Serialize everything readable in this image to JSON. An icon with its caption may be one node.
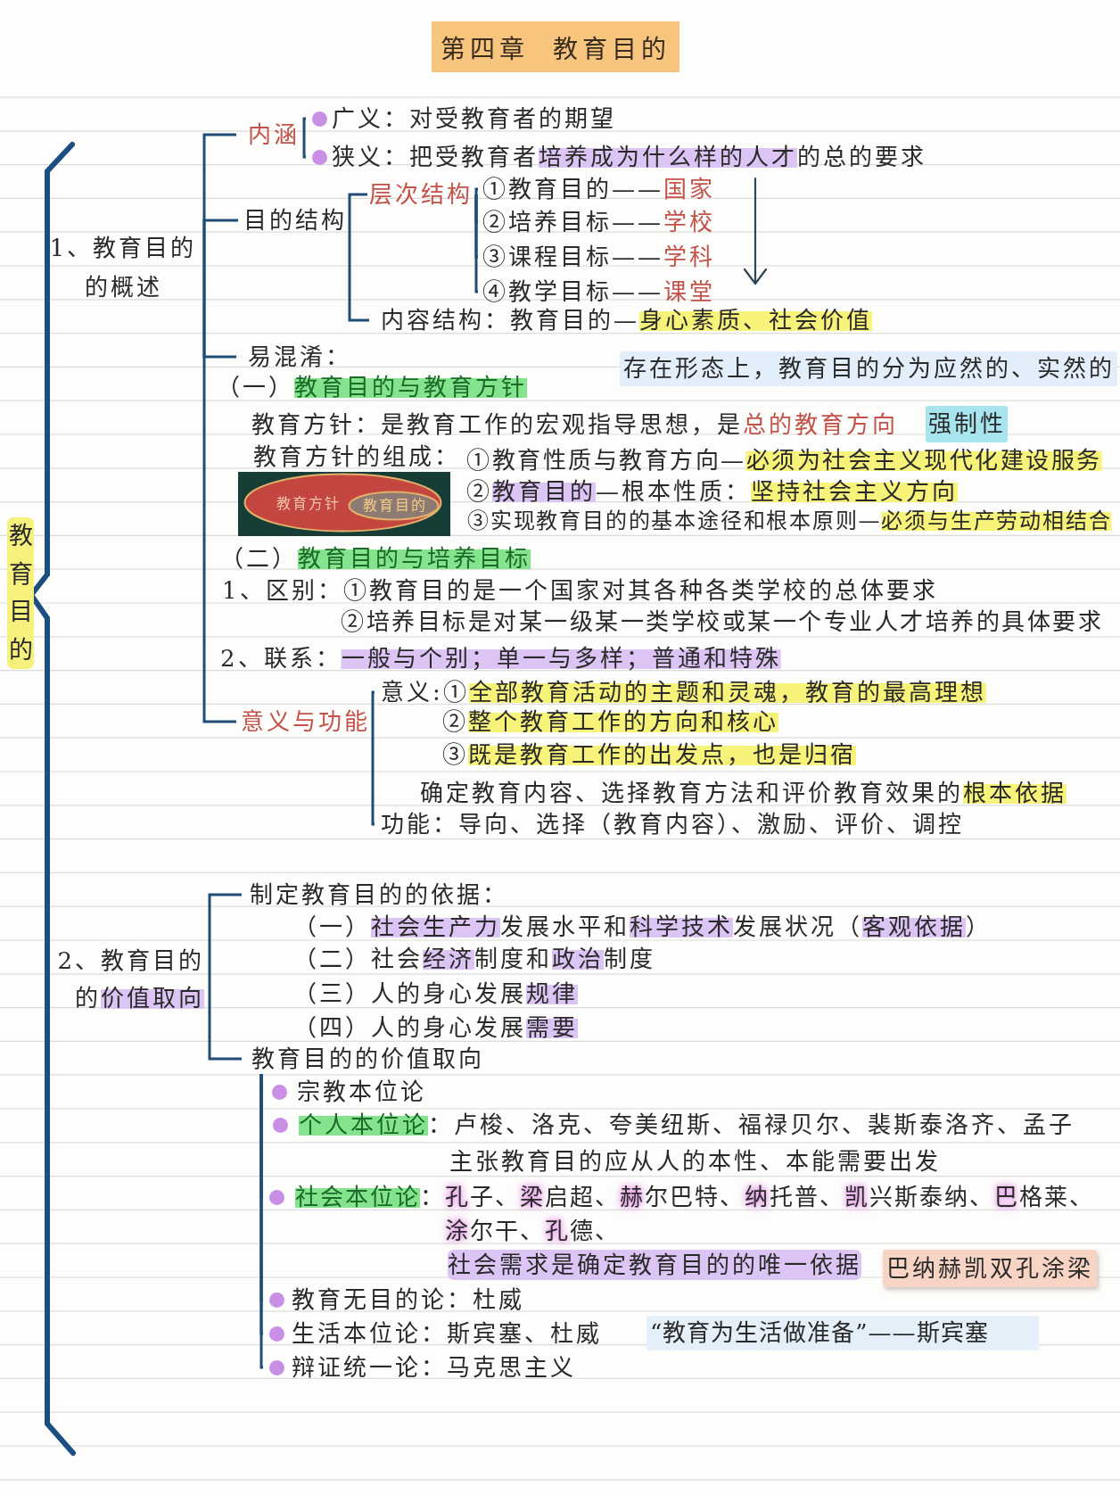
{
  "diagram": {
    "title": "第四章 教育目的",
    "nodes": [
      {
        "text": [
          "1、教育目的的概述"
        ]
      },
      {
        "text": [
          "内涵"
        ]
      },
      {
        "text": [
          "广义：对受教育者的期望"
        ]
      },
      {
        "text": [
          "狭义：把受教育者**培养成为什么样的人才**的总的要求"
        ]
      },
      {
        "text": [
          "目的结构"
        ]
      },
      {
        "text": [
          "层次结构"
        ]
      },
      {
        "text": [
          "①教育目的——**国家**"
        ]
      },
      {
        "text": [
          "②培养目标——**学校**"
        ]
      },
      {
        "text": [
          "③课程目标——**学科**"
        ]
      },
      {
        "text": [
          "④教学目标——**课堂**"
        ]
      },
      {
        "text": [
          "内容结构：教育目的—**身心素质、社会价值**"
        ]
      },
      {
        "text": [
          "易混淆："
        ]
      },
      {
        "text": [
          "存在形态上，教育目的分为应然的、实然的"
        ]
      },
      {
        "text": [
          "强制性"
        ]
      },
      {
        "text": [
          "教育方针"
        ]
      },
      {
        "text": [
          "教育目的"
        ],
        "in": 14
      },
      {
        "text": [
          "意义与功能"
        ]
      },
      {
        "text": [
          "意义:①**全部教育活动的主题和灵魂，教育的最高理想**",
          "②**整个教育工作的方向和核心**",
          "③**既是教育工作的出发点，也是归宿**",
          "确定教育内容、选择教育方法和评价教育效果的**根本依据**"
        ]
      },
      {
        "text": [
          "功能：导向、选择（教育内容）、激励、评价、调控"
        ]
      },
      {
        "text": [
          "2、教育目的的**价值取向**"
        ]
      },
      {
        "text": [
          "制定教育目的的依据："
        ]
      },
      {
        "text": [
          "教育目的的价值取向"
        ]
      },
      {
        "text": [
          "宗教本位论"
        ]
      },
      {
        "text": [
          "**个人本位论**：卢梭、洛克、夸美纽斯、福禄贝尔、裴斯泰洛齐、孟子"
        ]
      },
      {
        "text": [
          "**社会本位论**：**孔**子、**梁**启超、**赫**尔巴特、**纳**托普、**凯**兴斯泰纳、**巴**格莱、**涂**尔干、**孔**德、"
        ]
      },
      {
        "text": [
          "巴纳赫凯双孔涂梁"
        ]
      },
      {
        "text": [
          "教育无目的论：杜威"
        ]
      },
      {
        "text": [
          "生活本位论：斯宾塞、杜威"
        ]
      },
      {
        "text": [
          "“教育为生活做准备”——斯宾塞"
        ]
      },
      {
        "text": [
          "辩证统一论：马克思主义"
        ]
      }
    ],
    "edges": [
      {
        "from": 0,
        "to": 1,
        "arrow": "none"
      },
      {
        "from": 0,
        "to": 4,
        "arrow": "none"
      },
      {
        "from": 0,
        "to": 11,
        "arrow": "none"
      },
      {
        "from": 0,
        "to": 16,
        "arrow": "none"
      },
      {
        "from": 1,
        "to": 2,
        "arrow": "none"
      },
      {
        "from": 1,
        "to": 3,
        "arrow": "none"
      },
      {
        "from": 4,
        "to": 5,
        "arrow": "none"
      },
      {
        "from": 4,
        "to": 10,
        "arrow": "none"
      },
      {
        "from": 5,
        "to": 6,
        "arrow": "none"
      },
      {
        "from": 5,
        "to": 7,
        "arrow": "none"
      },
      {
        "from": 5,
        "to": 8,
        "arrow": "none"
      },
      {
        "from": 5,
        "to": 9,
        "arrow": "none"
      },
      {
        "from": 16,
        "to": 17,
        "arrow": "none"
      },
      {
        "from": 16,
        "to": 18,
        "arrow": "none"
      },
      {
        "from": 19,
        "to": 20,
        "arrow": "none"
      },
      {
        "from": 19,
        "to": 21,
        "arrow": "none"
      },
      {
        "from": 21,
        "to": 22,
        "arrow": "none"
      },
      {
        "from": 21,
        "to": 23,
        "arrow": "none"
      },
      {
        "from": 21,
        "to": 24,
        "arrow": "none"
      },
      {
        "from": 21,
        "to": 26,
        "arrow": "none"
      },
      {
        "from": 21,
        "to": 27,
        "arrow": "none"
      },
      {
        "from": 21,
        "to": 29,
        "arrow": "none"
      }
    ],
    "labels": [
      "教育目的",
      "（一）**教育目的与教育方针**",
      "教育方针：是教育工作的宏观指导思想，是**总的教育方向**",
      "教育方针的组成：",
      "①教育性质与教育方向—**必须为社会主义现代化建设服务**",
      "②**教育目的**—根本性质：**坚持社会主义方向**",
      "③实现教育目的的基本途径和根本原则—**必须与生产劳动相结合**",
      "（二）**教育目的与培养目标**",
      "1、区别：①教育目的是一个国家对其各种各类学校的总体要求",
      "②培养目标是对某一级某一类学校或某一个专业人才培养的具体要求",
      "2、联系：**一般与个别；单一与多样；普通和特殊**",
      "（一）**社会生产力**发展水平和**科学技术**发展状况（**客观依据**）",
      "（二）社会**经济**制度和**政治**制度",
      "（三）人的身心发展**规律**",
      "（四）人的身心发展**需要**",
      "主张教育目的应从人的本性、本能需要出发",
      "社会需求是确定教育目的的唯一依据"
    ]
  }
}
